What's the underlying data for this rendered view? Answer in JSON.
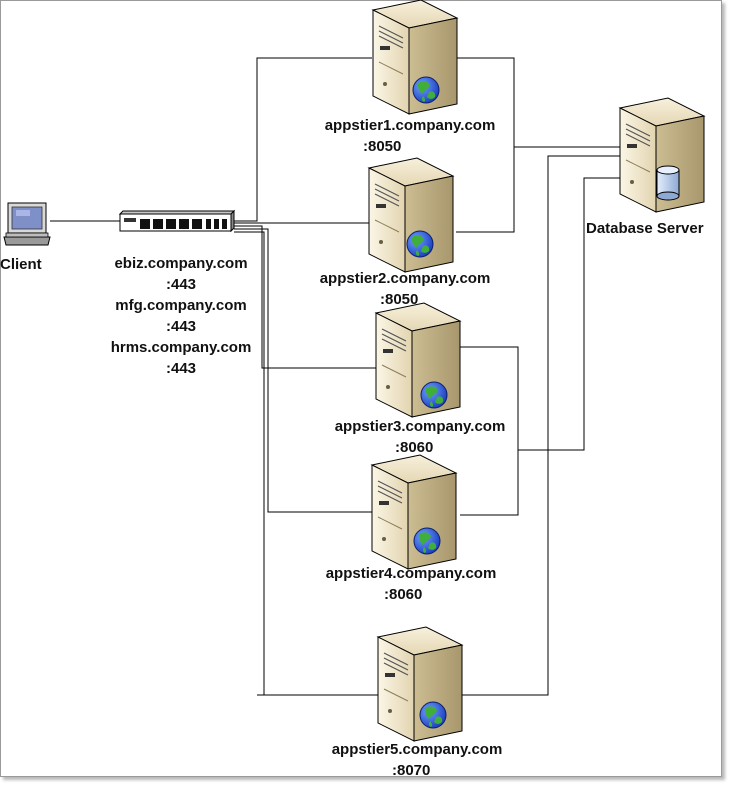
{
  "colors": {
    "server_body": "#e8dcc0",
    "server_dark": "#a89a78",
    "globe_blue": "#1f4fd1",
    "globe_green": "#3fae3a",
    "db_cylinder": "#b9cde8",
    "wire": "#000000"
  },
  "client": {
    "label": "Client",
    "icon": "desktop-computer-icon"
  },
  "load_balancer": {
    "icon": "load-balancer-icon",
    "label_lines": [
      "ebiz.company.com",
      ":443",
      "mfg.company.com",
      ":443",
      "hrms.company.com",
      ":443"
    ]
  },
  "app_servers": [
    {
      "host": "appstier1.company.com",
      "port": ":8050",
      "icon": "web-server-icon"
    },
    {
      "host": "appstier2.company.com",
      "port": ":8050",
      "icon": "web-server-icon"
    },
    {
      "host": "appstier3.company.com",
      "port": ":8060",
      "icon": "web-server-icon"
    },
    {
      "host": "appstier4.company.com",
      "port": ":8060",
      "icon": "web-server-icon"
    },
    {
      "host": "appstier5.company.com",
      "port": ":8070",
      "icon": "web-server-icon"
    }
  ],
  "database": {
    "label": "Database Server",
    "icon": "database-server-icon"
  }
}
